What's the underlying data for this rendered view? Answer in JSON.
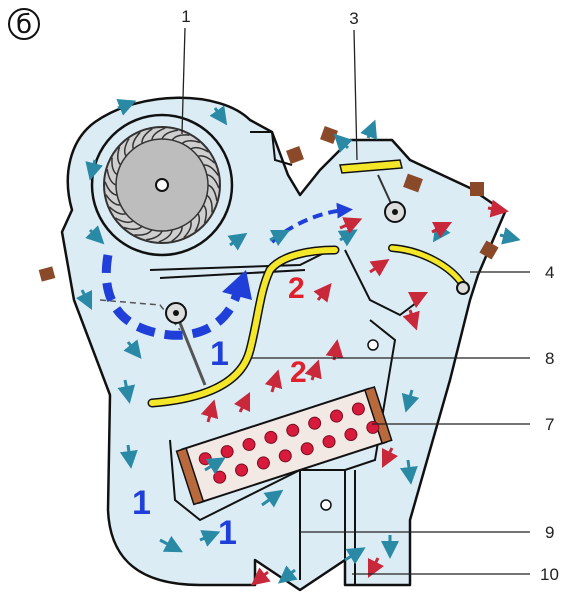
{
  "figure_marker": "б",
  "callouts": [
    "1",
    "3",
    "4",
    "8",
    "7",
    "9",
    "10"
  ],
  "zone_labels": {
    "cold_1a": "1",
    "cold_1b": "1",
    "cold_1c": "1",
    "warm_2a": "2",
    "warm_2b": "2"
  },
  "colors": {
    "housing_fill": "#dcecf4",
    "outline": "#111111",
    "cold_arrow": "#2a8aa6",
    "warm_arrow": "#c8283a",
    "blue_flow": "#1f3fd8",
    "red_label": "#e0202a",
    "flap": "#f4e628",
    "heater_end": "#b96a3c",
    "heater_dot": "#d81a3c",
    "pipe": "#8a4a2a"
  }
}
